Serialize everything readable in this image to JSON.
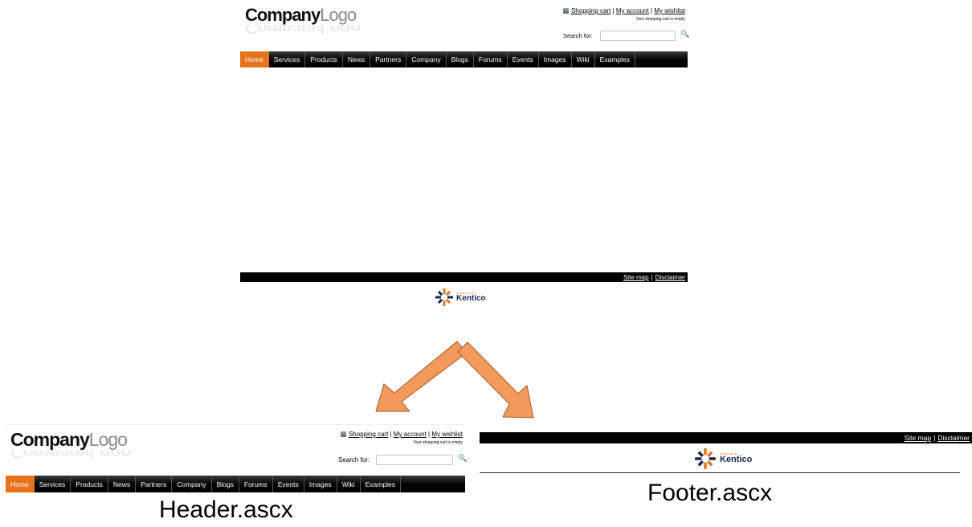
{
  "site": {
    "logo": {
      "part_dark": "Company",
      "part_light": "Logo"
    },
    "top_links": {
      "cart": "Shopping cart",
      "account": "My account",
      "wishlist": "My wishlist",
      "separator": "|"
    },
    "cart_status": "Your shopping cart is empty",
    "search": {
      "label": "Search for:",
      "value": ""
    },
    "nav": [
      "Home",
      "Services",
      "Products",
      "News",
      "Partners",
      "Company",
      "Blogs",
      "Forums",
      "Events",
      "Images",
      "Wiki",
      "Examples"
    ],
    "active_nav": "Home",
    "footer_links": {
      "sitemap": "Site map",
      "disclaimer": "Disclaimer",
      "separator": "|"
    },
    "kentico": {
      "powered": "POWERED BY",
      "brand": "Kentico"
    }
  },
  "captions": {
    "header": "Header.ascx",
    "footer": "Footer.ascx"
  },
  "colors": {
    "accent": "#e8731f",
    "arrow": "#f29a5c",
    "nav_bg": "#000000",
    "brand_navy": "#1b2a4a"
  },
  "icons": {
    "cart": "cart-icon",
    "search": "search-icon",
    "kentico": "kentico-logo-icon"
  }
}
